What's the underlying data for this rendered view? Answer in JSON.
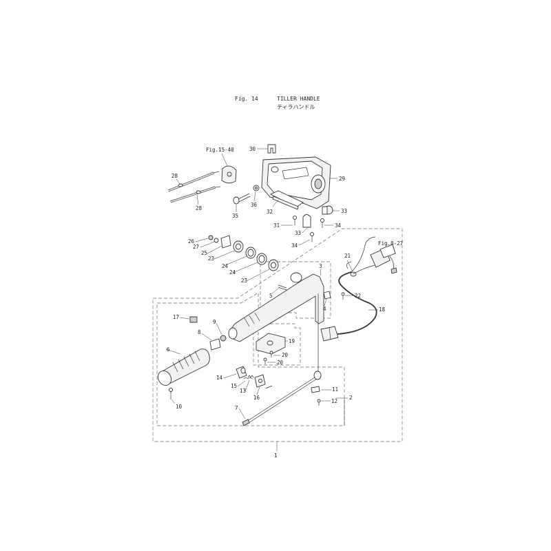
{
  "header": {
    "fig_label": "Fig. 14",
    "title_en": "TILLER HANDLE",
    "title_jp": "ティラハンドル"
  },
  "refs": {
    "fig_15_40": "Fig.15-40",
    "fig_8_27": "Fig.8-27"
  },
  "callouts": {
    "c1": "1",
    "c2": "2",
    "c3": "3",
    "c4": "4",
    "c5": "5",
    "c6": "6",
    "c7": "7",
    "c8": "8",
    "c9": "9",
    "c10": "10",
    "c11": "11",
    "c12": "12",
    "c13": "13",
    "c14": "14",
    "c15": "15",
    "c16": "16",
    "c17": "17",
    "c18": "18",
    "c19": "19",
    "c20a": "20",
    "c20b": "20",
    "c21": "21",
    "c22": "22",
    "c23a": "23",
    "c23b": "23",
    "c24a": "24",
    "c24b": "24",
    "c25": "25",
    "c26": "26",
    "c27": "27",
    "c28a": "28",
    "c28b": "28",
    "c29": "29",
    "c30": "30",
    "c31": "31",
    "c32": "32",
    "c33a": "33",
    "c33b": "33",
    "c34a": "34",
    "c34b": "34",
    "c35": "35",
    "c36": "36"
  }
}
